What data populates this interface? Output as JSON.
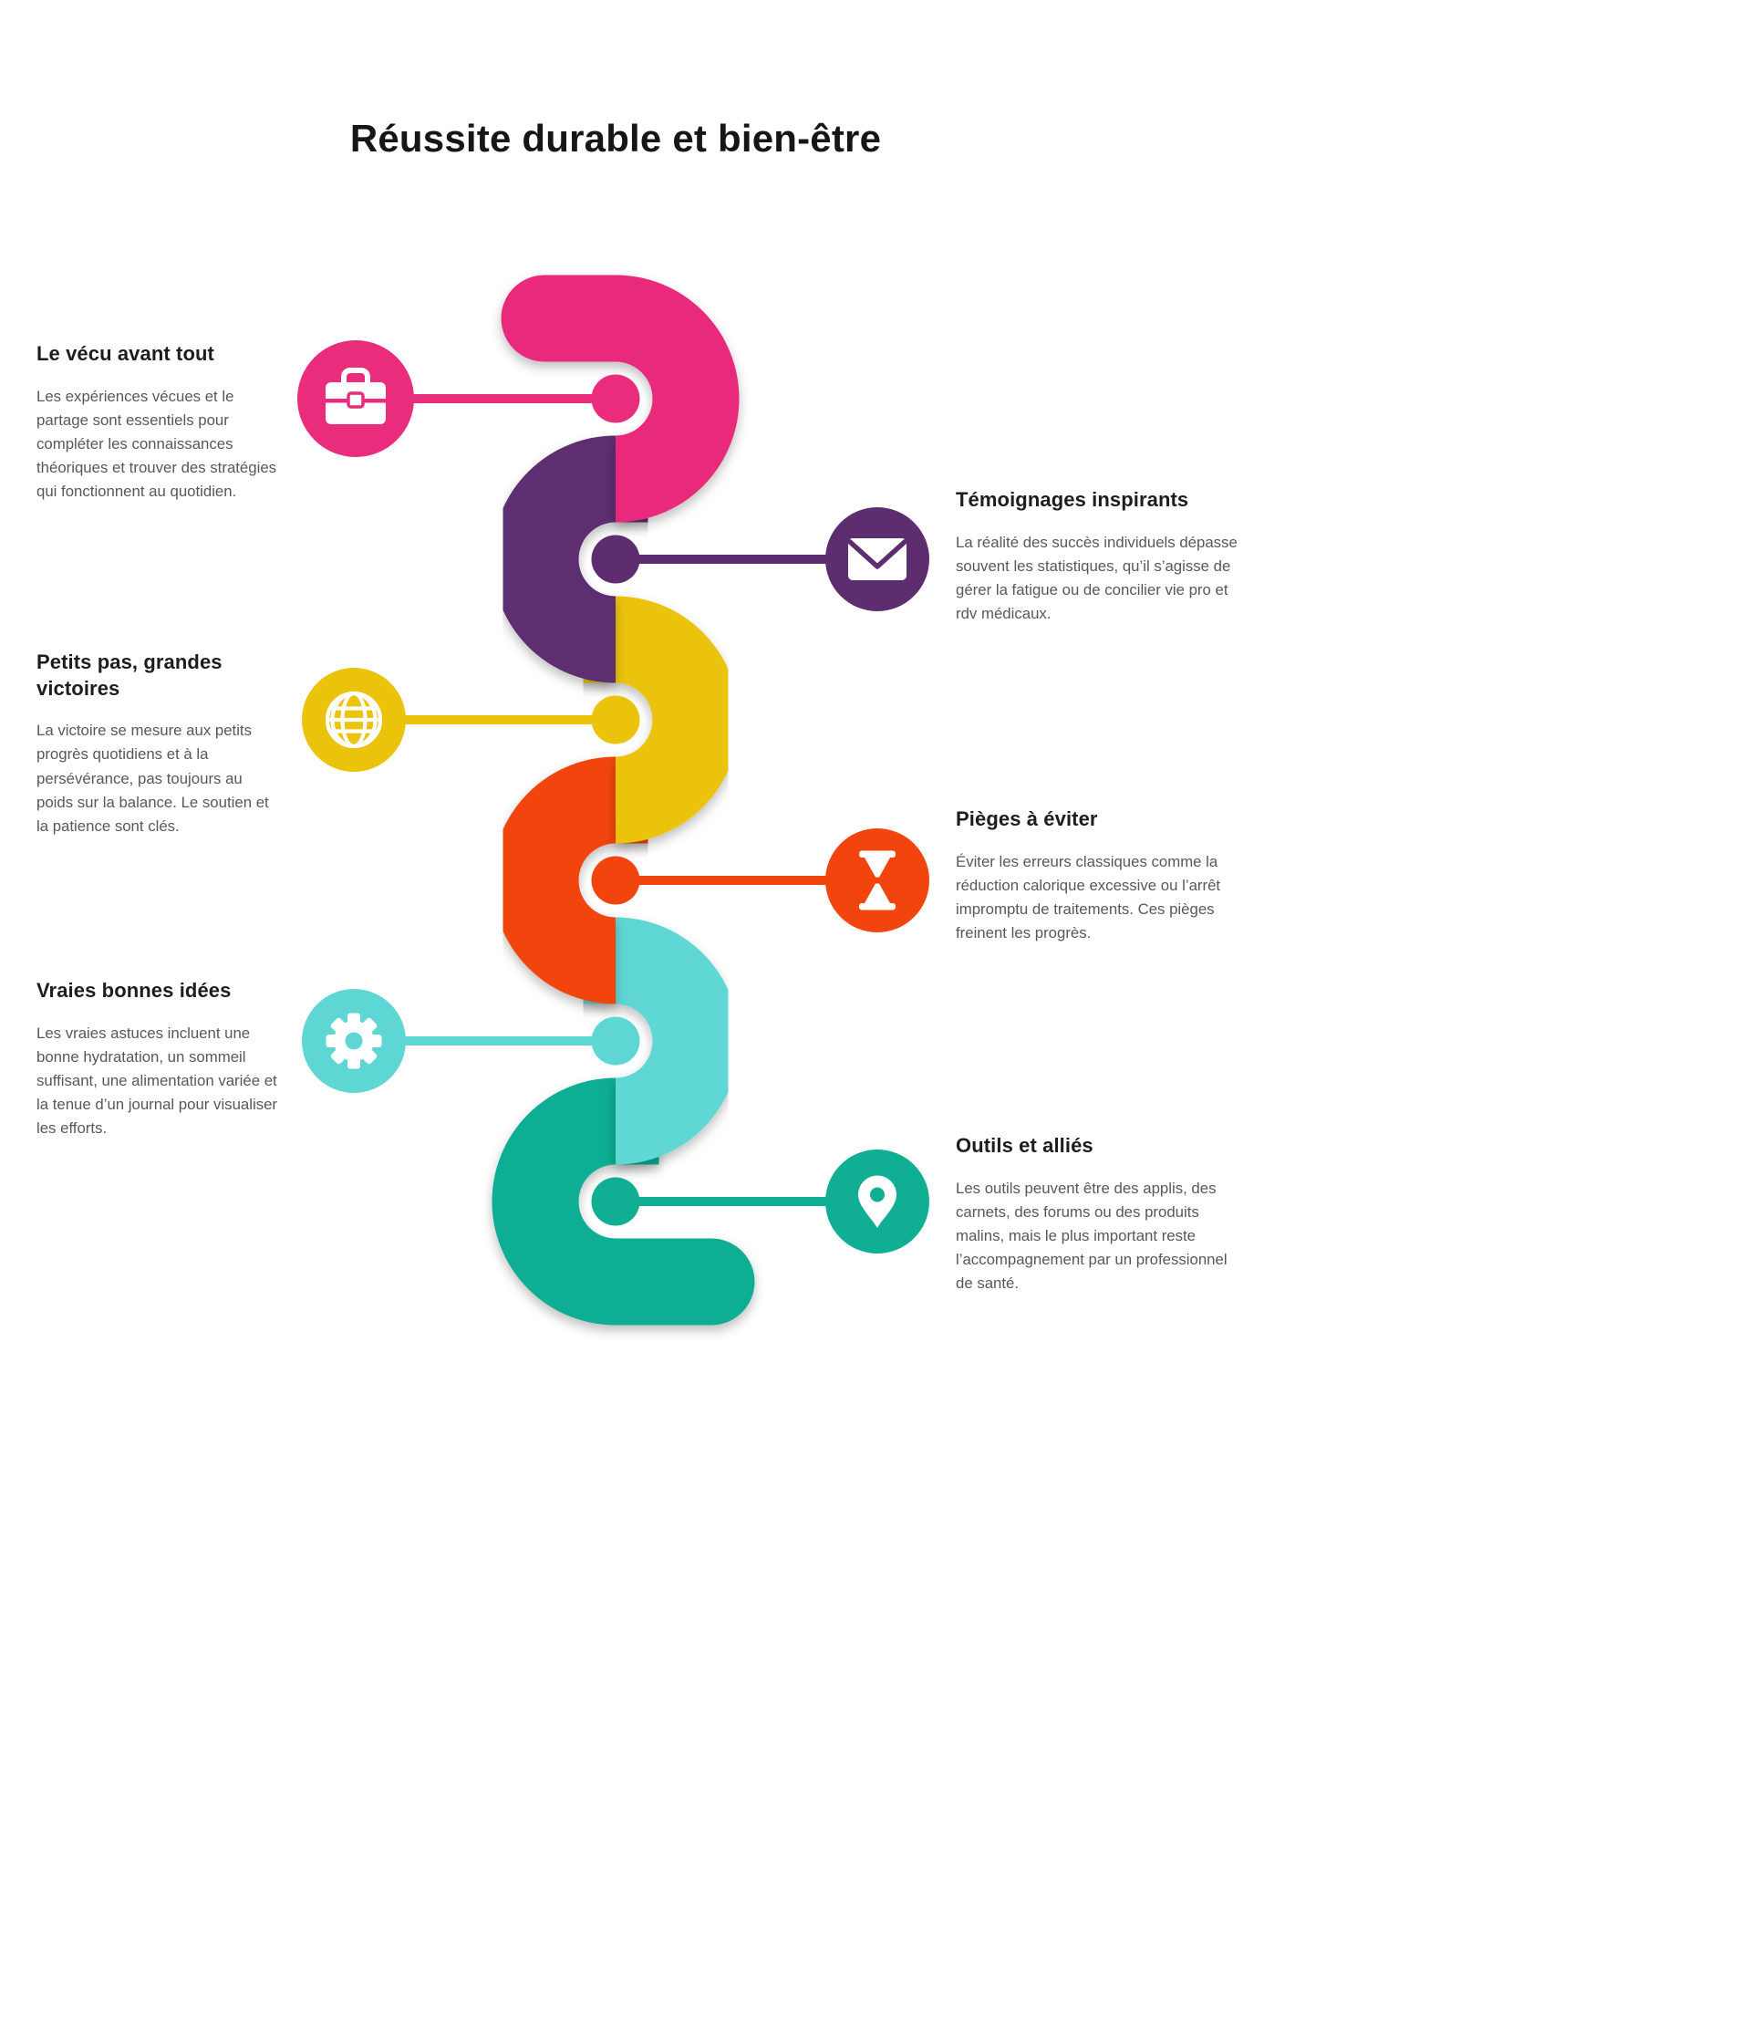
{
  "page": {
    "title": "Réussite durable et bien-être",
    "background_color": "#ffffff"
  },
  "text_colors": {
    "heading": "#1d1d20",
    "body": "#58585b"
  },
  "items": [
    {
      "side": "left",
      "title": "Le vécu avant tout",
      "body": "Les expériences vécues et le partage sont essentiels pour compléter les connaissances théoriques et trouver des stratégies qui fonctionnent au quotidien.",
      "icon": "briefcase-icon",
      "color": "#E92C7C"
    },
    {
      "side": "right",
      "title": "Témoignages inspirants",
      "body": "La réalité des succès individuels dépasse souvent les statistiques, qu’il s’agisse de gérer la fatigue ou de concilier vie pro et rdv médicaux.",
      "icon": "envelope-icon",
      "color": "#5D2D6F"
    },
    {
      "side": "left",
      "title": "Petits pas, grandes victoires",
      "body": "La victoire se mesure aux petits progrès quotidiens et à la persévérance, pas toujours au poids sur la balance. Le soutien et la patience sont clés.",
      "icon": "globe-icon",
      "color": "#EBC30B"
    },
    {
      "side": "right",
      "title": "Pièges à éviter",
      "body": "Éviter les erreurs classiques comme la réduction calorique excessive ou l’arrêt impromptu de traitements. Ces pièges freinent les progrès.",
      "icon": "hourglass-icon",
      "color": "#F2450D"
    },
    {
      "side": "left",
      "title": "Vraies bonnes idées",
      "body": "Les vraies astuces incluent une bonne hydratation, un sommeil suffisant, une alimentation variée et la tenue d’un journal pour visualiser les efforts.",
      "icon": "gear-icon",
      "color": "#5ED7D4"
    },
    {
      "side": "right",
      "title": "Outils et alliés",
      "body": "Les outils peuvent être des applis, des carnets, des forums ou des produits malins, mais le plus important reste l’accompagnement par un professionnel de santé.",
      "icon": "map-pin-icon",
      "color": "#10AE93"
    }
  ]
}
